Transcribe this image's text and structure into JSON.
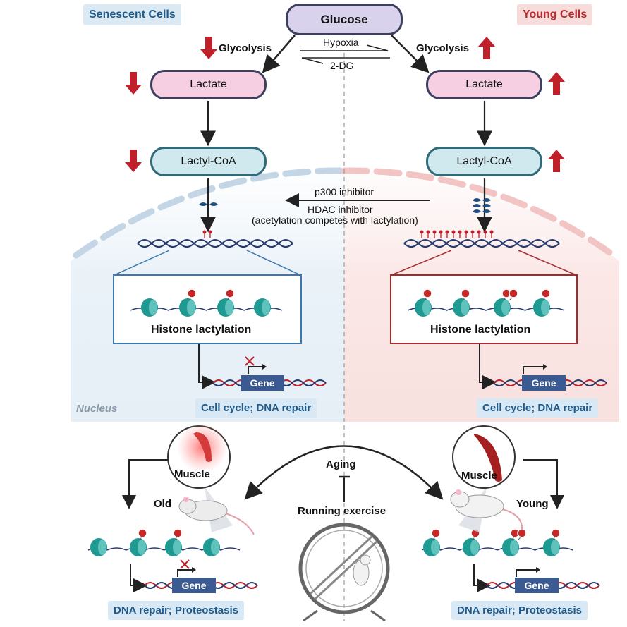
{
  "labels": {
    "senescent": "Senescent Cells",
    "young_cells": "Young Cells",
    "glucose": "Glucose",
    "glycolysis_left": "Glycolysis",
    "glycolysis_right": "Glycolysis",
    "hypoxia": "Hypoxia",
    "dg": "2-DG",
    "lactate_left": "Lactate",
    "lactate_right": "Lactate",
    "lcoa_left": "Lactyl-CoA",
    "lcoa_right": "Lactyl-CoA",
    "p300": "p300 inhibitor",
    "hdac": "HDAC inhibitor",
    "hdac_note": "(acetylation competes with lactylation)",
    "histone_left": "Histone lactylation",
    "histone_right": "Histone lactylation",
    "gene": "Gene",
    "nucleus": "Nucleus",
    "cell_result_left": "Cell cycle; DNA repair",
    "cell_result_right": "Cell cycle; DNA repair",
    "muscle_left": "Muscle",
    "muscle_right": "Muscle",
    "old": "Old",
    "young": "Young",
    "aging": "Aging",
    "running": "Running exercise",
    "tissue_result_left": "DNA repair; Proteostasis",
    "tissue_result_right": "DNA repair; Proteostasis"
  },
  "colors": {
    "down_arrow": "#c0202a",
    "left_box": "#3b78b0",
    "right_box": "#a8282c",
    "nucleosome": "#1f9a93"
  }
}
